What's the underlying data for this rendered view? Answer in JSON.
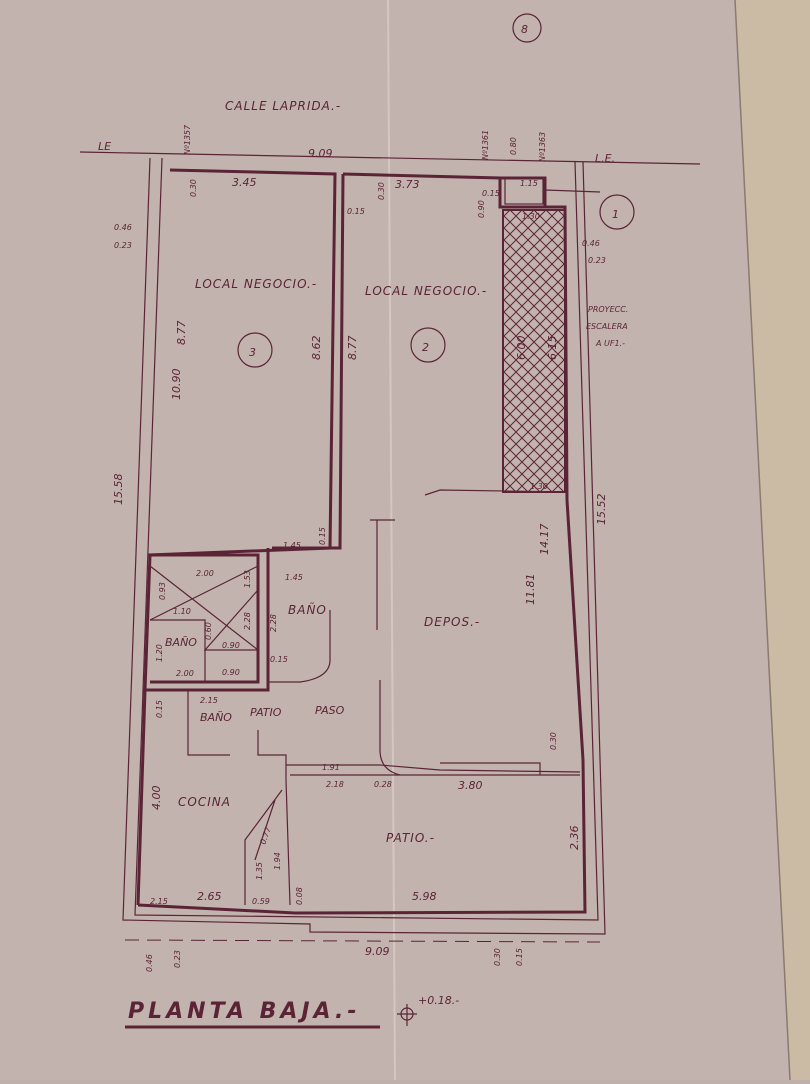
{
  "street": "CALLE LAPRIDA.-",
  "line_label_left": "LE",
  "line_label_right": "L.E.",
  "lot_numbers": [
    "Nº1357",
    "Nº1361",
    "Nº1363"
  ],
  "circles": [
    "8",
    "1",
    "3",
    "2"
  ],
  "rooms": {
    "local3": "LOCAL NEGOCIO.-",
    "local2": "LOCAL NEGOCIO.-",
    "depos": "DEPOS.-",
    "bano1": "BAÑO",
    "bano2": "BAÑO",
    "bano3": "BAÑO",
    "patio_small": "PATIO",
    "paso": "PASO",
    "cocina": "COCINA",
    "patio": "PATIO.-"
  },
  "stair_note": [
    "PROYECC.",
    "ESCALERA",
    "A UF1.-"
  ],
  "dims": {
    "front_total": "9.09",
    "back_total": "9.09",
    "w_local3": "3.45",
    "w_local2": "3.73",
    "d030a": "0.30",
    "d030b": "0.30",
    "d015a": "0.15",
    "d046l": "0.46",
    "d023l": "0.23",
    "d046r": "0.46",
    "d023r": "0.23",
    "h877a": "8.77",
    "h1090": "10.90",
    "h862": "8.62",
    "h877b": "8.77",
    "h1558": "15.58",
    "h1552": "15.52",
    "h1417": "14.17",
    "h1181": "11.81",
    "stair_w": "1.30",
    "stair_w2": "1.30",
    "stair_h": "6.00",
    "stair_h2": "6.15",
    "d090": "0.90",
    "d015b": "0.15",
    "d115": "1.15",
    "d080": "0.80",
    "d145a": "1.45",
    "d145b": "1.45",
    "d015c": "0.15",
    "d200a": "2.00",
    "d093": "0.93",
    "d110": "1.10",
    "d153": "1.53",
    "d228a": "2.28",
    "d228b": "2.28",
    "d120": "1.20",
    "d060a": "0.60",
    "d090b": "0.90",
    "d200b": "2.00",
    "d090c": "0.90",
    "d015d": "0.15",
    "d215a": "2.15",
    "d015e": "0.15",
    "d400": "4.00",
    "d191": "1.91",
    "d218": "2.18",
    "d028": "0.28",
    "d380": "3.80",
    "d030c": "0.30",
    "d236": "2.36",
    "d077": "0.77",
    "d194": "1.94",
    "d135": "1.35",
    "d215b": "2.15",
    "d265": "2.65",
    "d059": "0.59",
    "d008": "0.08",
    "d598": "5.98",
    "d046b": "0.46",
    "d023b": "0.23",
    "d030d": "0.30",
    "d015f": "0.15"
  },
  "title": "PLANTA BAJA.-",
  "level": "+0.18.-"
}
